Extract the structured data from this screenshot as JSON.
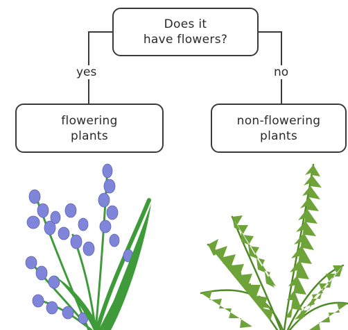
{
  "question": {
    "line1": "Does it",
    "line2": "have flowers?"
  },
  "yes_branch": {
    "label": "yes",
    "line1": "flowering",
    "line2": "plants",
    "image": "bluebell-flower-icon"
  },
  "no_branch": {
    "label": "no",
    "line1": "non-flowering",
    "line2": "plants",
    "image": "fern-icon"
  },
  "colors": {
    "flower": "#7f86d9",
    "fern": "#6ea33a",
    "stem": "#3f9b3a",
    "line": "#3a3a3a"
  }
}
